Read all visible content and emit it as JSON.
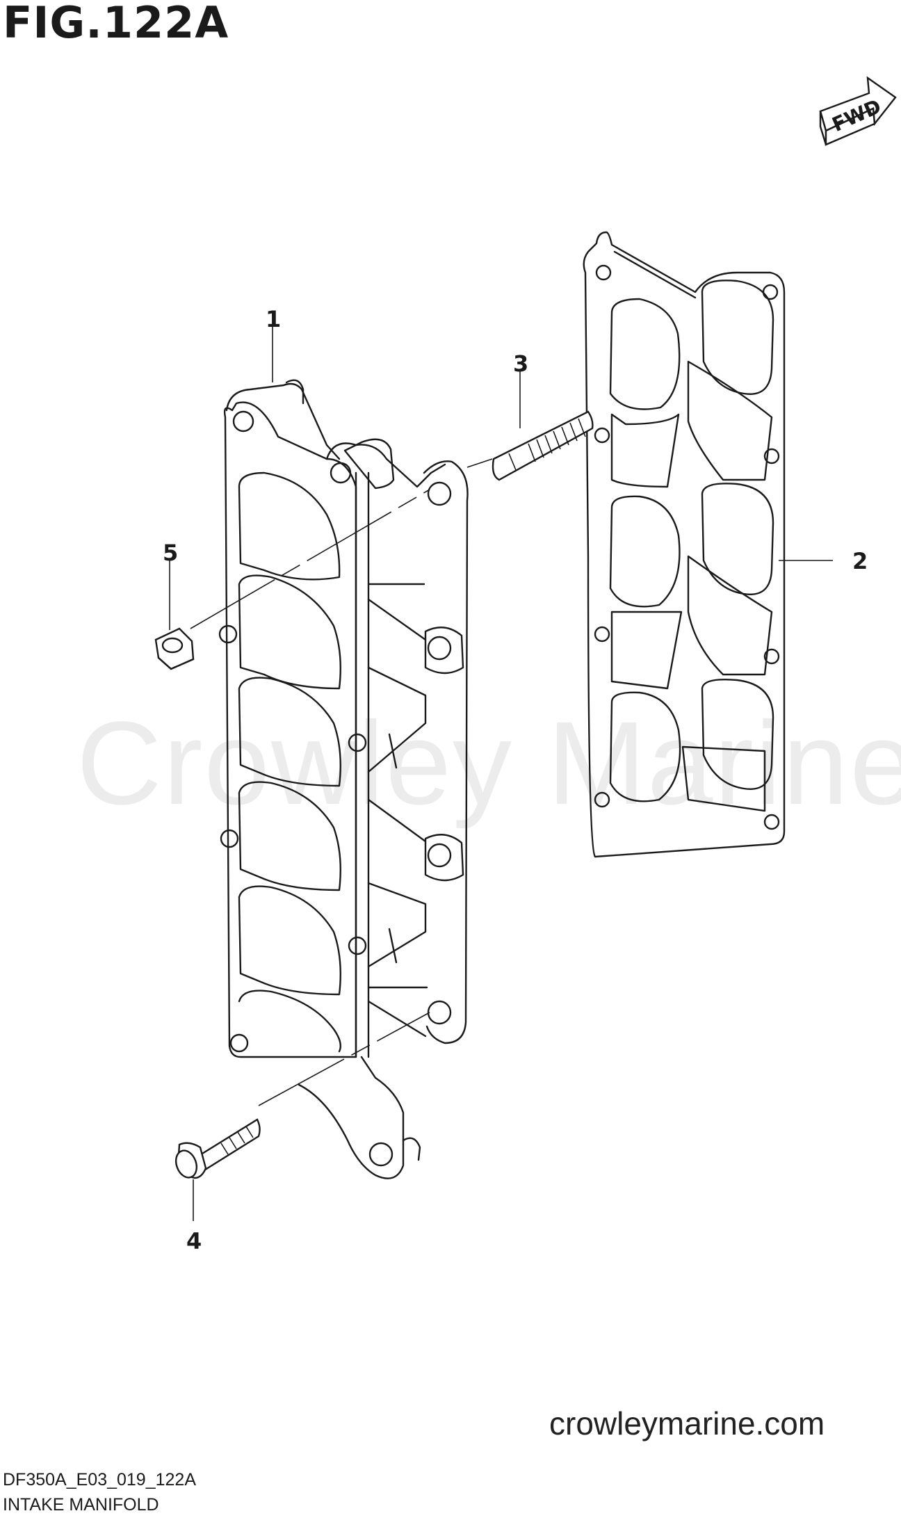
{
  "figure": {
    "title": "FIG.122A",
    "direction_badge": "FWD",
    "code": "DF350A_E03_019_122A",
    "name": "INTAKE MANIFOLD"
  },
  "watermark": "Crowley Marine",
  "site": "crowleymarine.com",
  "callouts": [
    "1",
    "2",
    "3",
    "4",
    "5"
  ]
}
